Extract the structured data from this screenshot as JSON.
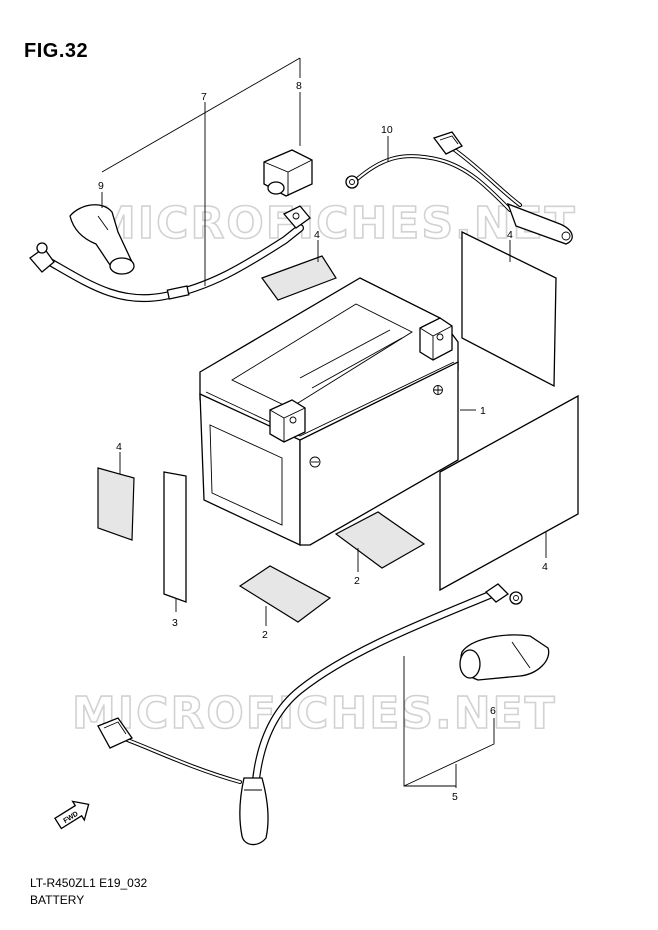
{
  "figure": {
    "title": "FIG.32",
    "model_code": "LT-R450ZL1 E19_032",
    "caption": "BATTERY"
  },
  "watermark": "MICROFICHES.NET",
  "fwd_label": "FWD",
  "callouts": {
    "c1": "1",
    "c2a": "2",
    "c2b": "2",
    "c3": "3",
    "c4a": "4",
    "c4b": "4",
    "c4c": "4",
    "c4d": "4",
    "c5": "5",
    "c6": "6",
    "c7": "7",
    "c8": "8",
    "c9": "9",
    "c10": "10"
  }
}
